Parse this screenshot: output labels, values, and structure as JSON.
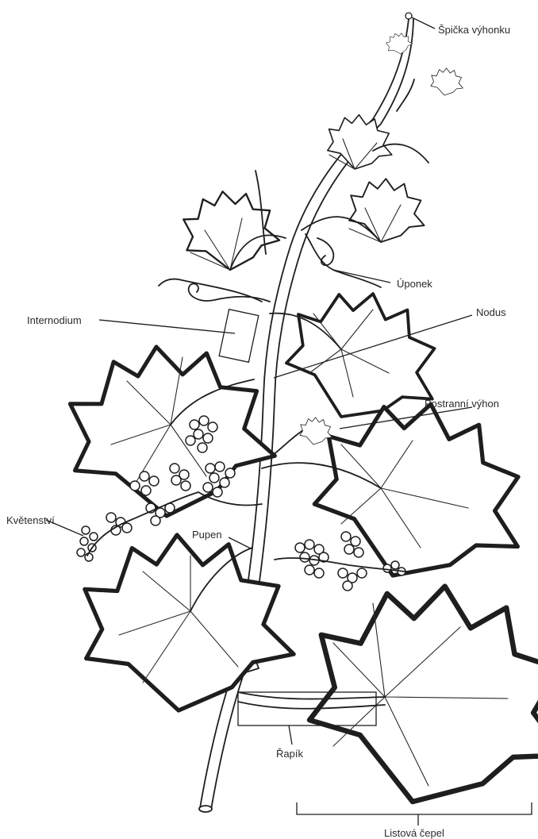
{
  "diagram": {
    "labels": {
      "shoot_tip": "Špička výhonku",
      "tendril": "Úponek",
      "internode": "Internodium",
      "node": "Nodus",
      "lateral_shoot": "Postranní výhon",
      "inflorescence": "Květenství",
      "bud": "Pupen",
      "petiole": "Řapík",
      "leaf_blade": "Listová čepel"
    }
  },
  "colors": {
    "ink": "#1e1e1e",
    "paper": "#ffffff"
  }
}
